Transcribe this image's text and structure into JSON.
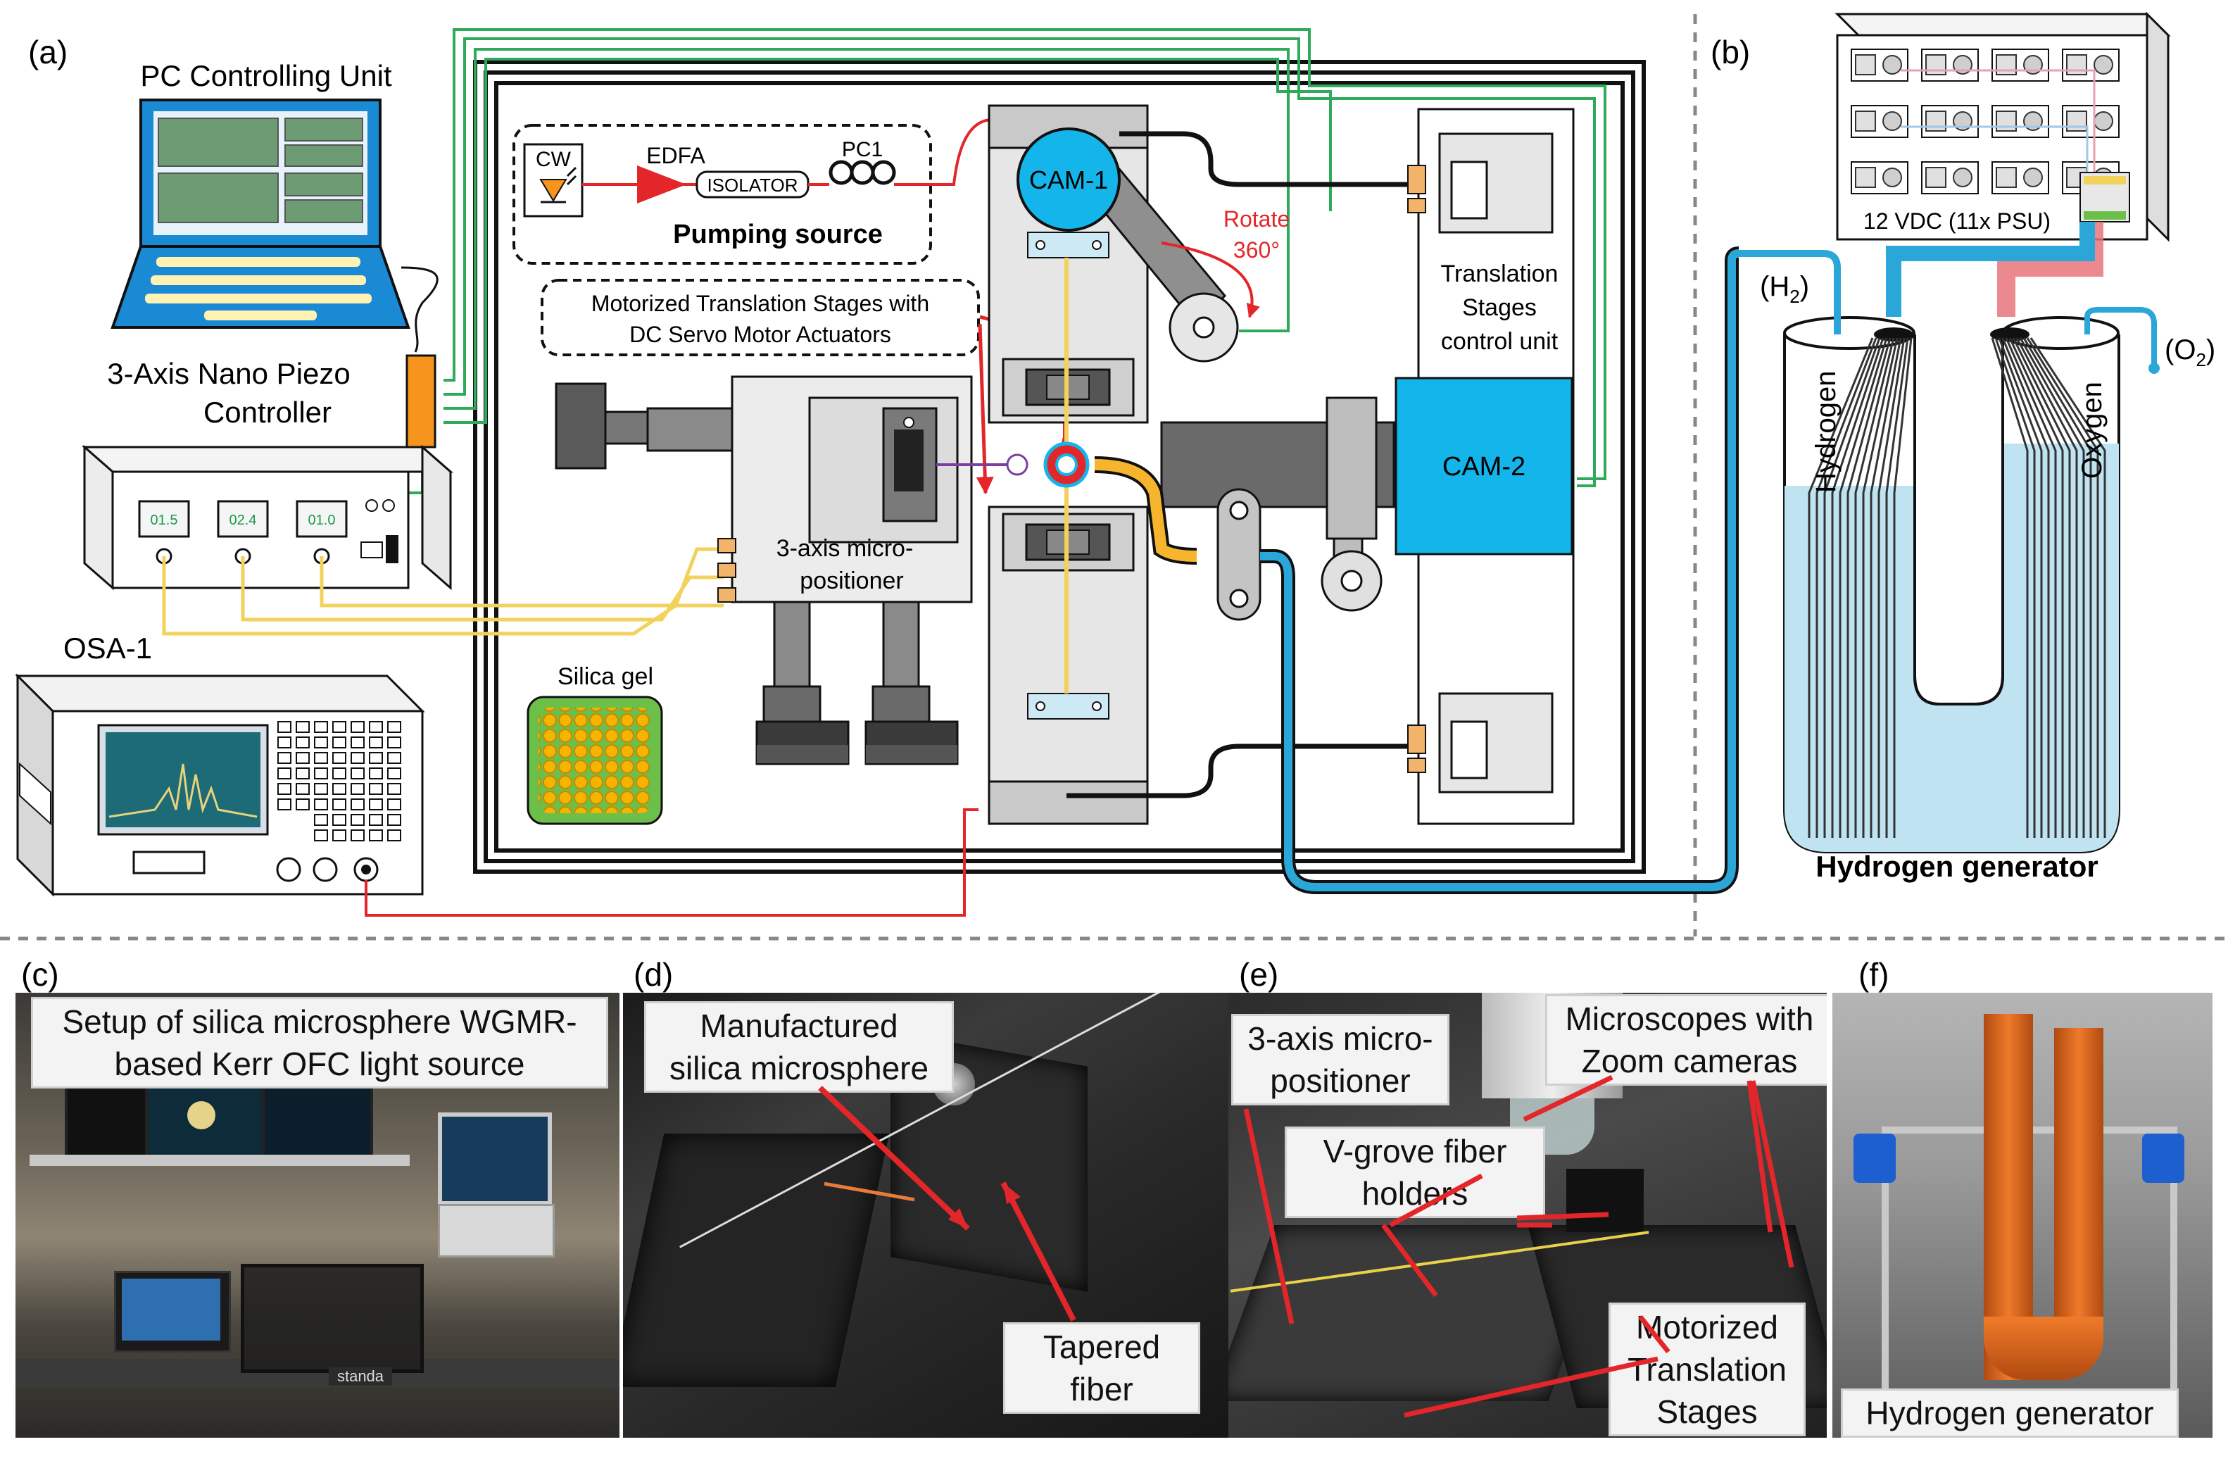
{
  "panels": {
    "a": "(a)",
    "b": "(b)",
    "c": "(c)",
    "d": "(d)",
    "e": "(e)",
    "f": "(f)"
  },
  "panel_a": {
    "pc": "PC Controlling Unit",
    "piezo_line1": "3-Axis Nano Piezo",
    "piezo_line2": "Controller",
    "display1": "01.5",
    "display2": "02.4",
    "display3": "01.0",
    "osa": "OSA-1",
    "cw": "CW",
    "edfa": "EDFA",
    "isolator": "ISOLATOR",
    "pc1": "PC1",
    "pumping": "Pumping source",
    "motor_line1": "Motorized Translation Stages with",
    "motor_line2": "DC Servo Motor Actuators",
    "cam1": "CAM-1",
    "rotate_line1": "Rotate",
    "rotate_line2": "360°",
    "tstage_line1": "Translation",
    "tstage_line2": "Stages",
    "tstage_line3": "control unit",
    "cam2": "CAM-2",
    "micro_line1": "3-axis micro-",
    "micro_line2": "positioner",
    "silica_gel": "Silica gel"
  },
  "panel_b": {
    "psu": "12 VDC (11x PSU)",
    "h2": "(H",
    "h2_sub": "2",
    "o2": "(O",
    "o2_sub": "2",
    "paren": ")",
    "hydrogen": "Hydrogen",
    "oxygen": "Oxygen",
    "title": "Hydrogen generator"
  },
  "panel_c": {
    "caption": "Setup of silica microsphere WGMR-\nbased Kerr OFC light source",
    "brand": "standa"
  },
  "panel_d": {
    "sphere": "Manufactured\nsilica microsphere",
    "fiber": "Tapered\nfiber"
  },
  "panel_e": {
    "micro": "3-axis micro-\npositioner",
    "microscopes": "Microscopes with\nZoom cameras",
    "vgrove": "V-grove fiber\nholders",
    "motor": "Motorized\nTranslation\nStages"
  },
  "panel_f": {
    "caption": "Hydrogen generator"
  },
  "colors": {
    "green_wire": "#2faa5b",
    "yellow_wire": "#f2d15c",
    "red_fiber": "#e3262a",
    "blue_tube": "#2aa7d8",
    "camera": "#13b5ea",
    "orange": "#f7941d",
    "water": "#bfe3f1"
  }
}
